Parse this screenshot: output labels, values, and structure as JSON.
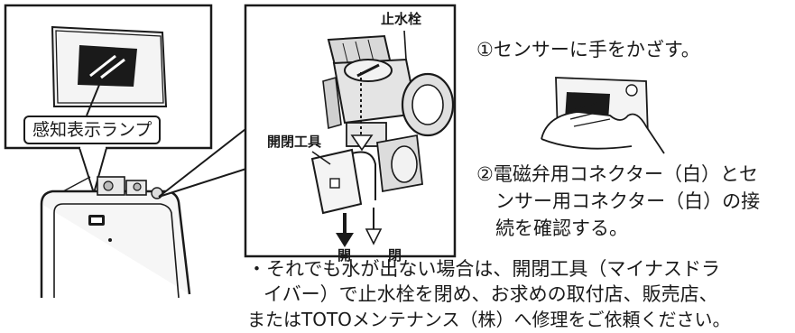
{
  "left_panel": {
    "lamp_label": "感知表示ランプ"
  },
  "valve_panel": {
    "valve_label": "止水栓",
    "tool_label": "開閉工具",
    "open_label": "開",
    "close_label": "閉"
  },
  "steps": {
    "step1": "①センサーに手をかざす。",
    "step2_line1": "②電磁弁用コネクター（白）とセ",
    "step2_line2": "ンサー用コネクター（白）の接",
    "step2_line3": "続を確認する。"
  },
  "note": {
    "line1": "・それでも水が出ない場合は、開閉工具（マイナスドラ",
    "line2": "イバー）で止水栓を閉め、お求めの取付店、販売店、",
    "line3": "またはTOTOメンテナンス（株）へ修理をご依頼ください。"
  }
}
